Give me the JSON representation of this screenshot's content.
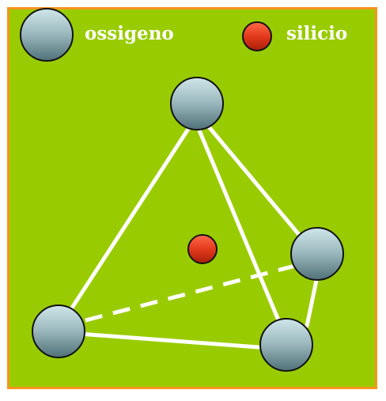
{
  "legend": {
    "oxygen_label": "ossigeno",
    "silicon_label": "silicio"
  },
  "colors": {
    "background": "#99cc00",
    "border": "#f7941d",
    "bonds": "#ffffff",
    "oxygen_top": "#cfe6ea",
    "oxygen_bottom": "#4f7178",
    "silicon_top": "#ff6a4a",
    "silicon_bottom": "#a81f0a"
  },
  "structure": {
    "type": "tetrahedron",
    "central_atom": "silicio",
    "corner_atoms": "ossigeno",
    "corner_count": 4,
    "hidden_edge_dashed": true
  }
}
